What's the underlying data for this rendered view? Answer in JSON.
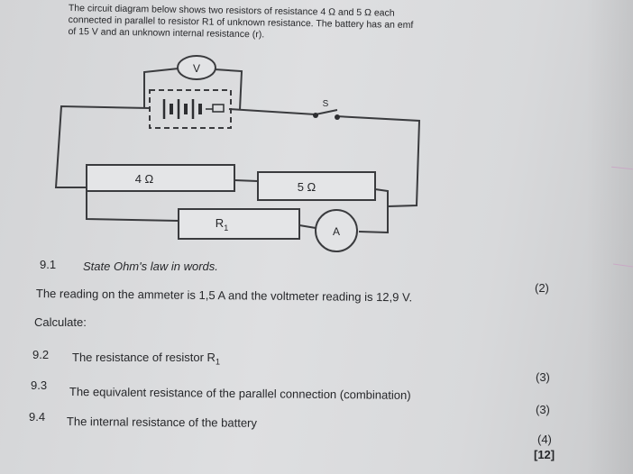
{
  "intro": {
    "line1": "The circuit diagram below shows two resistors of resistance 4 Ω and 5 Ω each",
    "line2": "connected in parallel to resistor R1 of unknown resistance. The battery has an emf",
    "line3": "of 15 V and an unknown internal resistance (r)."
  },
  "diagram": {
    "voltmeter": "V",
    "switch": "S",
    "resistor_a": "4 Ω",
    "resistor_b": "5 Ω",
    "resistor_r1": "R",
    "resistor_r1_sub": "1",
    "ammeter": "A"
  },
  "questions": {
    "q91_num": "9.1",
    "q91_text": "State Ohm's law in words.",
    "q91_mark": "(2)",
    "given": "The reading on the ammeter is 1,5 A and the voltmeter reading is 12,9 V.",
    "calculate": "Calculate:",
    "q92_num": "9.2",
    "q92_text": "The resistance of resistor R",
    "q92_sub": "1",
    "q92_mark": "(3)",
    "q93_num": "9.3",
    "q93_text": "The equivalent resistance of the parallel connection (combination)",
    "q93_mark": "(3)",
    "q94_num": "9.4",
    "q94_text": "The internal resistance of the battery",
    "q94_mark": "(4)",
    "total": "[12]"
  }
}
